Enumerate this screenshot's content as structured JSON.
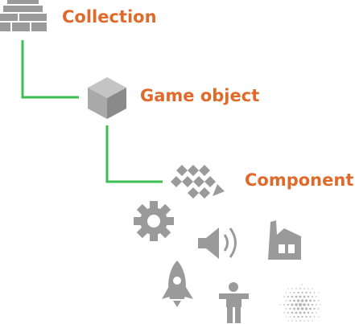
{
  "diagram": {
    "nodes": [
      {
        "id": "collection",
        "label": "Collection",
        "icon": "collection-bricks-icon"
      },
      {
        "id": "game-object",
        "label": "Game object",
        "icon": "cube-icon"
      },
      {
        "id": "component",
        "label": "Component",
        "icon": "tiles-icon"
      }
    ],
    "edges": [
      {
        "from": "collection",
        "to": "game-object"
      },
      {
        "from": "game-object",
        "to": "component"
      }
    ],
    "component_icons": [
      "gear-icon",
      "speaker-icon",
      "factory-icon",
      "rocket-icon",
      "person-icon",
      "particles-icon"
    ]
  },
  "colors": {
    "label": "#e06a2c",
    "connector": "#3cbf52",
    "icon": "#9a9a9a",
    "icon_dark": "#8a8a8a",
    "icon_light": "#c4c4c4"
  }
}
